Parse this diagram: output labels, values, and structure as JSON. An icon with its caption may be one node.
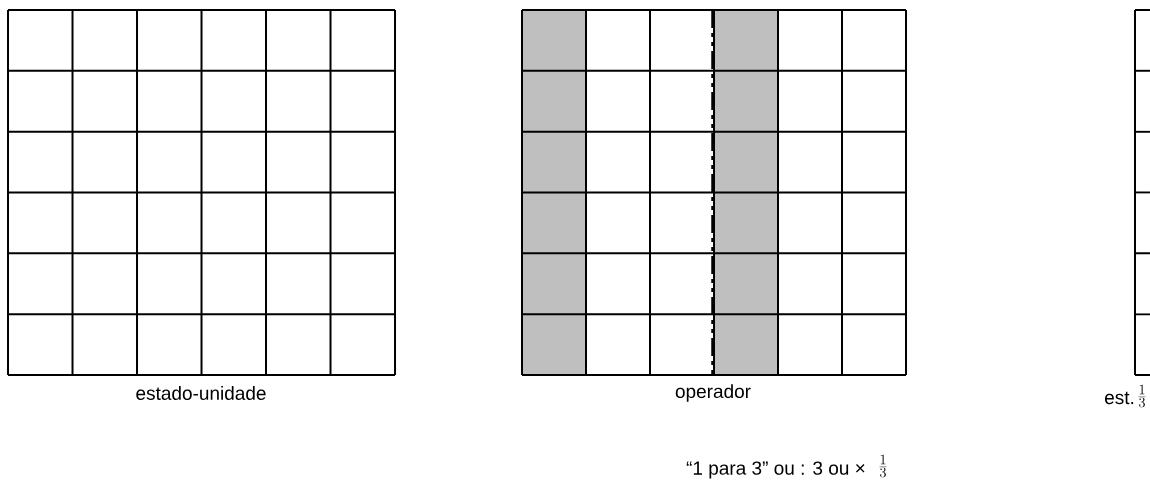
{
  "diagram": {
    "labels": [
      "estado-unidade",
      "operador",
      "est.",
      "\\frac{1}{3}",
      "“1 para 3” ou  : 3 ou ×",
      "\\frac{1}{3}"
    ]
  }
}
